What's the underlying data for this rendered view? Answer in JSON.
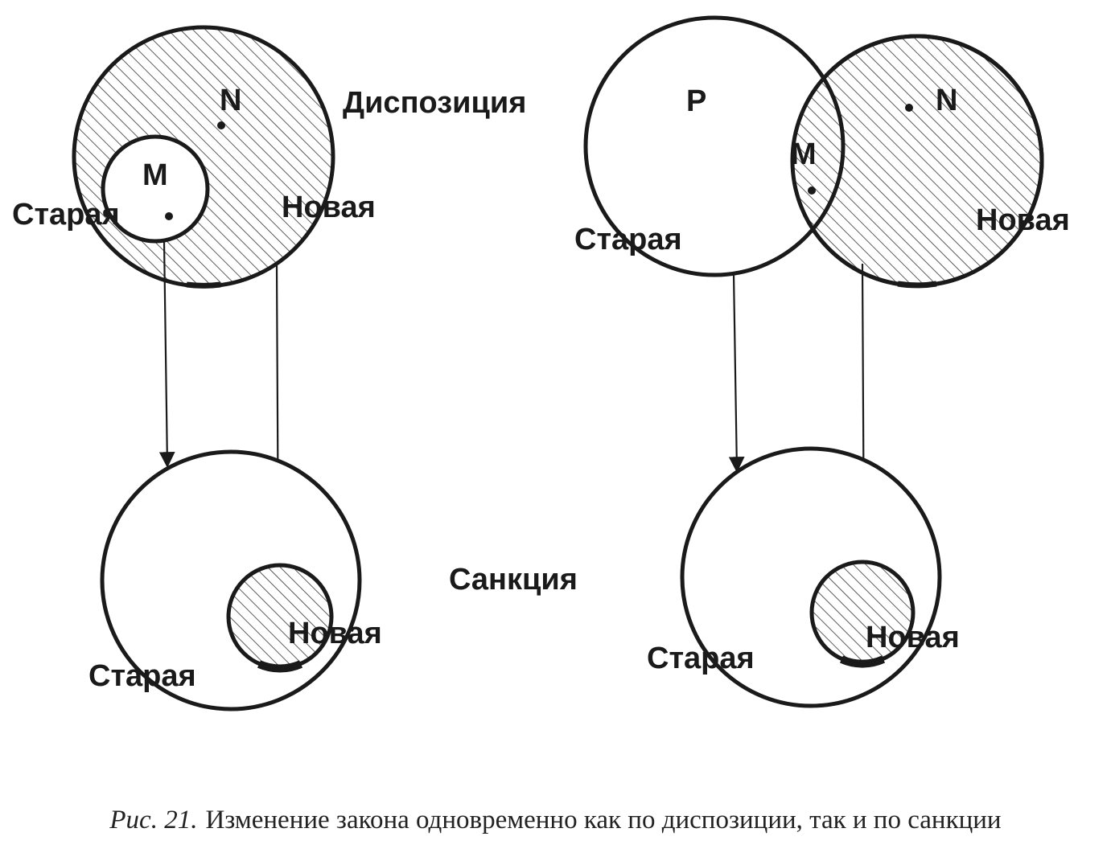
{
  "labels": {
    "dispositsiya": "Диспозиция",
    "sanktsiya": "Санкция",
    "staraya": "Старая",
    "novaya": "Новая",
    "point_n": "N",
    "point_m": "M",
    "point_p": "P"
  },
  "caption": {
    "figure": "Рис. 21.",
    "text": "Изменение закона одновременно как по диспозиции, так и по санкции"
  },
  "colors": {
    "ink": "#1a1a1a",
    "hatch": "#333333",
    "background": "#ffffff"
  }
}
